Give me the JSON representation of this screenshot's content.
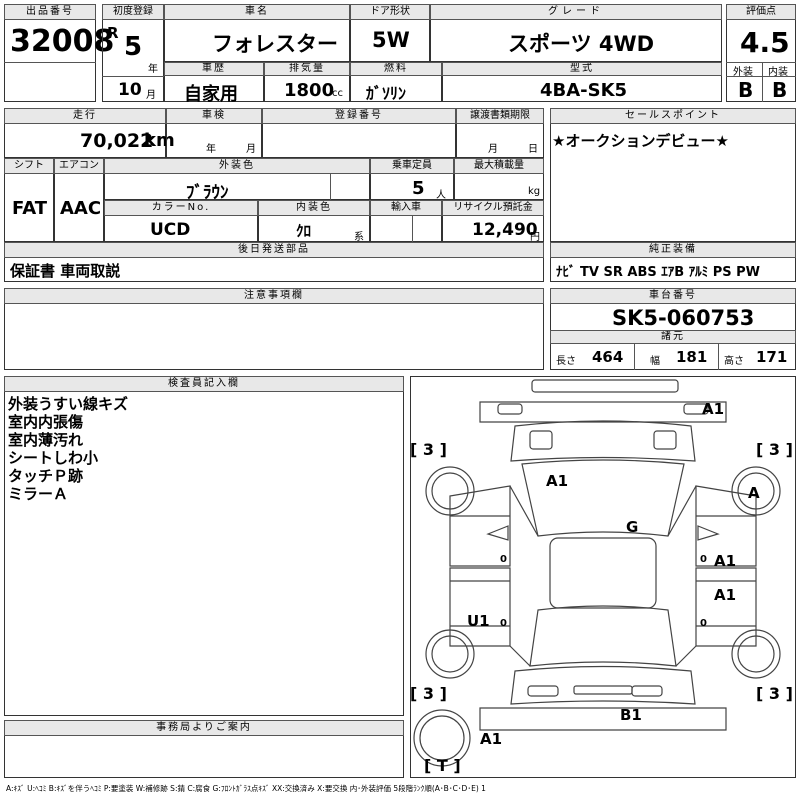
{
  "lot": {
    "label": "出品番号",
    "value": "32008"
  },
  "first_reg": {
    "label": "初度登録",
    "era": "R",
    "year": "5",
    "year_unit": "年",
    "month": "10",
    "month_unit": "月"
  },
  "car_name": {
    "label": "車名",
    "value": "フォレスター"
  },
  "door": {
    "label": "ドア形状",
    "value": "5W"
  },
  "grade": {
    "label": "グレード",
    "value": "スポーツ 4WD"
  },
  "score": {
    "label": "評価点",
    "value": "4.5",
    "exterior_label": "外装",
    "exterior": "B",
    "interior_label": "内装",
    "interior": "B"
  },
  "history": {
    "label": "車歴",
    "value": "自家用"
  },
  "displacement": {
    "label": "排気量",
    "value": "1800",
    "unit": "cc"
  },
  "fuel": {
    "label": "燃料",
    "value": "ｶﾞｿﾘﾝ"
  },
  "model": {
    "label": "型式",
    "value": "4BA-SK5"
  },
  "mileage": {
    "label": "走行",
    "value": "70,022",
    "unit": "km"
  },
  "inspection": {
    "label": "車検",
    "year_unit": "年",
    "month_unit": "月"
  },
  "reg_number": {
    "label": "登録番号"
  },
  "transfer_deadline": {
    "label": "譲渡書類期限",
    "month_unit": "月",
    "day_unit": "日"
  },
  "sales_point": {
    "label": "セールスポイント",
    "value": "★オークションデビュー★"
  },
  "shift": {
    "label": "シフト",
    "value": "FAT"
  },
  "aircon": {
    "label": "エアコン",
    "value": "AAC"
  },
  "ext_color": {
    "label": "外装色",
    "value": "ﾌﾞﾗｳﾝ"
  },
  "capacity": {
    "label": "乗車定員",
    "value": "5",
    "unit": "人"
  },
  "max_load": {
    "label": "最大積載量",
    "unit": "kg"
  },
  "color_no": {
    "label": "カラーNo.",
    "value": "UCD"
  },
  "int_color": {
    "label": "内装色",
    "value": "ｸﾛ",
    "unit": "系"
  },
  "import": {
    "label": "輸入車"
  },
  "recycle": {
    "label": "リサイクル預託金",
    "value": "12,490",
    "unit": "円"
  },
  "later_parts": {
    "label": "後日発送部品",
    "value": "保証書 車両取説"
  },
  "equipment": {
    "label": "純正装備",
    "value": "ﾅﾋﾞ TV SR ABS ｴｱB ｱﾙﾐ PS PW"
  },
  "remarks": {
    "label": "注意事項欄"
  },
  "chassis": {
    "label": "車台番号",
    "value": "SK5-060753"
  },
  "specs": {
    "label": "諸元",
    "length_label": "長さ",
    "length": "464",
    "width_label": "幅",
    "width": "181",
    "height_label": "高さ",
    "height": "171"
  },
  "inspector": {
    "label": "検査員記入欄",
    "notes": [
      "外装うすい線キズ",
      "室内内張傷",
      "室内薄汚れ",
      "シートしわ小",
      "タッチＰ跡",
      "ミラーＡ"
    ]
  },
  "office": {
    "label": "事務局よりご案内"
  },
  "diagram": {
    "damage": {
      "front_right": "A1",
      "hood": "A1",
      "right_wheel": "A",
      "roof": "G",
      "right_door_front": "A1",
      "right_door_rear": "A1",
      "left_rear_door": "U1",
      "rear": "B1",
      "rear_left": "A1"
    },
    "tread": {
      "front_left": "[ 3 ]",
      "front_right": "[ 3 ]",
      "rear_left": "[ 3 ]",
      "rear_right": "[ 3 ]",
      "spare": "[ T ]"
    },
    "zero_marks": "0"
  },
  "legend": "A:ｷｽﾞ U:ﾍｺﾐ B:ｷｽﾞを伴うﾍｺﾐ P:要塗装 W:補修跡 S:錆 C:腐食 G:ﾌﾛﾝﾄｶﾞﾗｽ点ｷｽﾞ XX:交換済み X:要交換 内･外装評価 5段階ﾗﾝｸ順(A･B･C･D･E) 1"
}
